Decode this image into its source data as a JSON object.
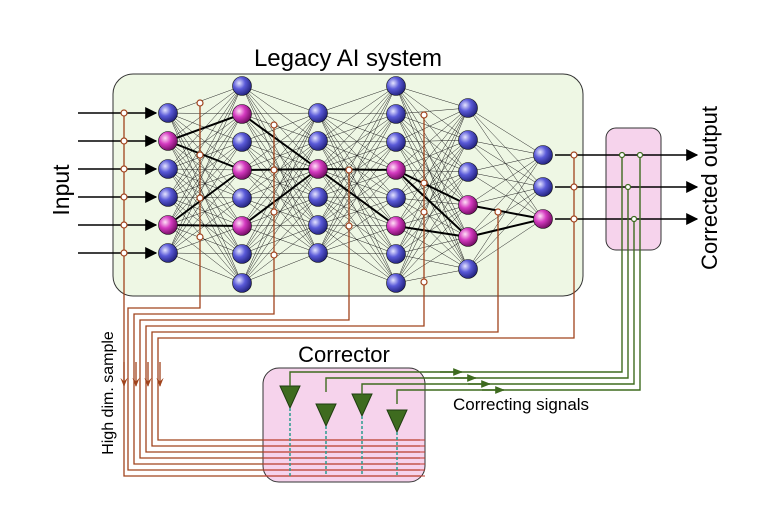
{
  "labels": {
    "legacy_system": "Legacy AI system",
    "input": "Input",
    "corrected_output": "Corrected output",
    "corrector": "Corrector",
    "high_dim_sample": "High dim. sample",
    "correcting_signals": "Correcting signals"
  },
  "network": {
    "layers": [
      [
        "blue",
        "magenta",
        "blue",
        "blue",
        "magenta",
        "blue"
      ],
      [
        "blue",
        "magenta",
        "blue",
        "magenta",
        "blue",
        "magenta",
        "blue",
        "blue"
      ],
      [
        "blue",
        "blue",
        "magenta",
        "blue",
        "blue",
        "blue"
      ],
      [
        "blue",
        "blue",
        "blue",
        "magenta",
        "blue",
        "magenta",
        "blue",
        "blue"
      ],
      [
        "blue",
        "blue",
        "blue",
        "magenta",
        "magenta",
        "blue"
      ],
      [
        "blue",
        "blue",
        "magenta"
      ]
    ],
    "input_arrows": 6,
    "output_arrows": 3
  },
  "colors": {
    "system_box": "#eef7e4",
    "pink_box": "#f6d3ec",
    "brown_wire": "#a0431c",
    "green_wire": "#3e6b1f",
    "neuron_blue": "#3535b8",
    "neuron_magenta": "#b0189a"
  }
}
